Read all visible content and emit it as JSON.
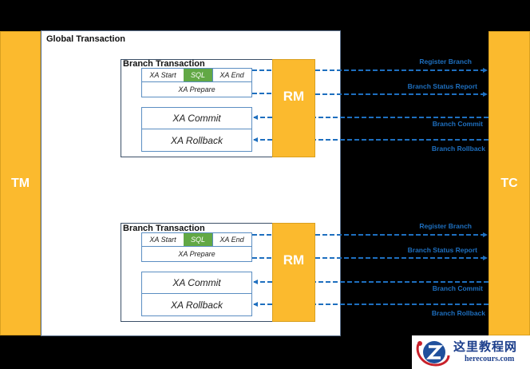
{
  "tm": {
    "label": "TM"
  },
  "tc": {
    "label": "TC"
  },
  "global": {
    "title": "Global Transaction"
  },
  "branches": [
    {
      "title": "Branch Transaction",
      "xa_start": "XA Start",
      "sql": "SQL",
      "xa_end": "XA End",
      "xa_prepare": "XA Prepare",
      "xa_commit": "XA Commit",
      "xa_rollback": "XA Rollback",
      "rm_label": "RM",
      "messages": {
        "register": "Register Branch",
        "status": "Branch Status Report",
        "commit": "Branch Commit",
        "rollback": "Branch Rollback"
      }
    },
    {
      "title": "Branch Transaction",
      "xa_start": "XA Start",
      "sql": "SQL",
      "xa_end": "XA End",
      "xa_prepare": "XA Prepare",
      "xa_commit": "XA Commit",
      "xa_rollback": "XA Rollback",
      "rm_label": "RM",
      "messages": {
        "register": "Register Branch",
        "status": "Branch Status Report",
        "commit": "Branch Commit",
        "rollback": "Branch Rollback"
      }
    }
  ],
  "colors": {
    "component": "#FBBA2E",
    "sql": "#62A845",
    "arrow": "#1E6FBF",
    "background": "#000000"
  },
  "watermark": {
    "icon": "z-logo-icon",
    "cn": "这里教程网",
    "en": "herecours.com"
  }
}
